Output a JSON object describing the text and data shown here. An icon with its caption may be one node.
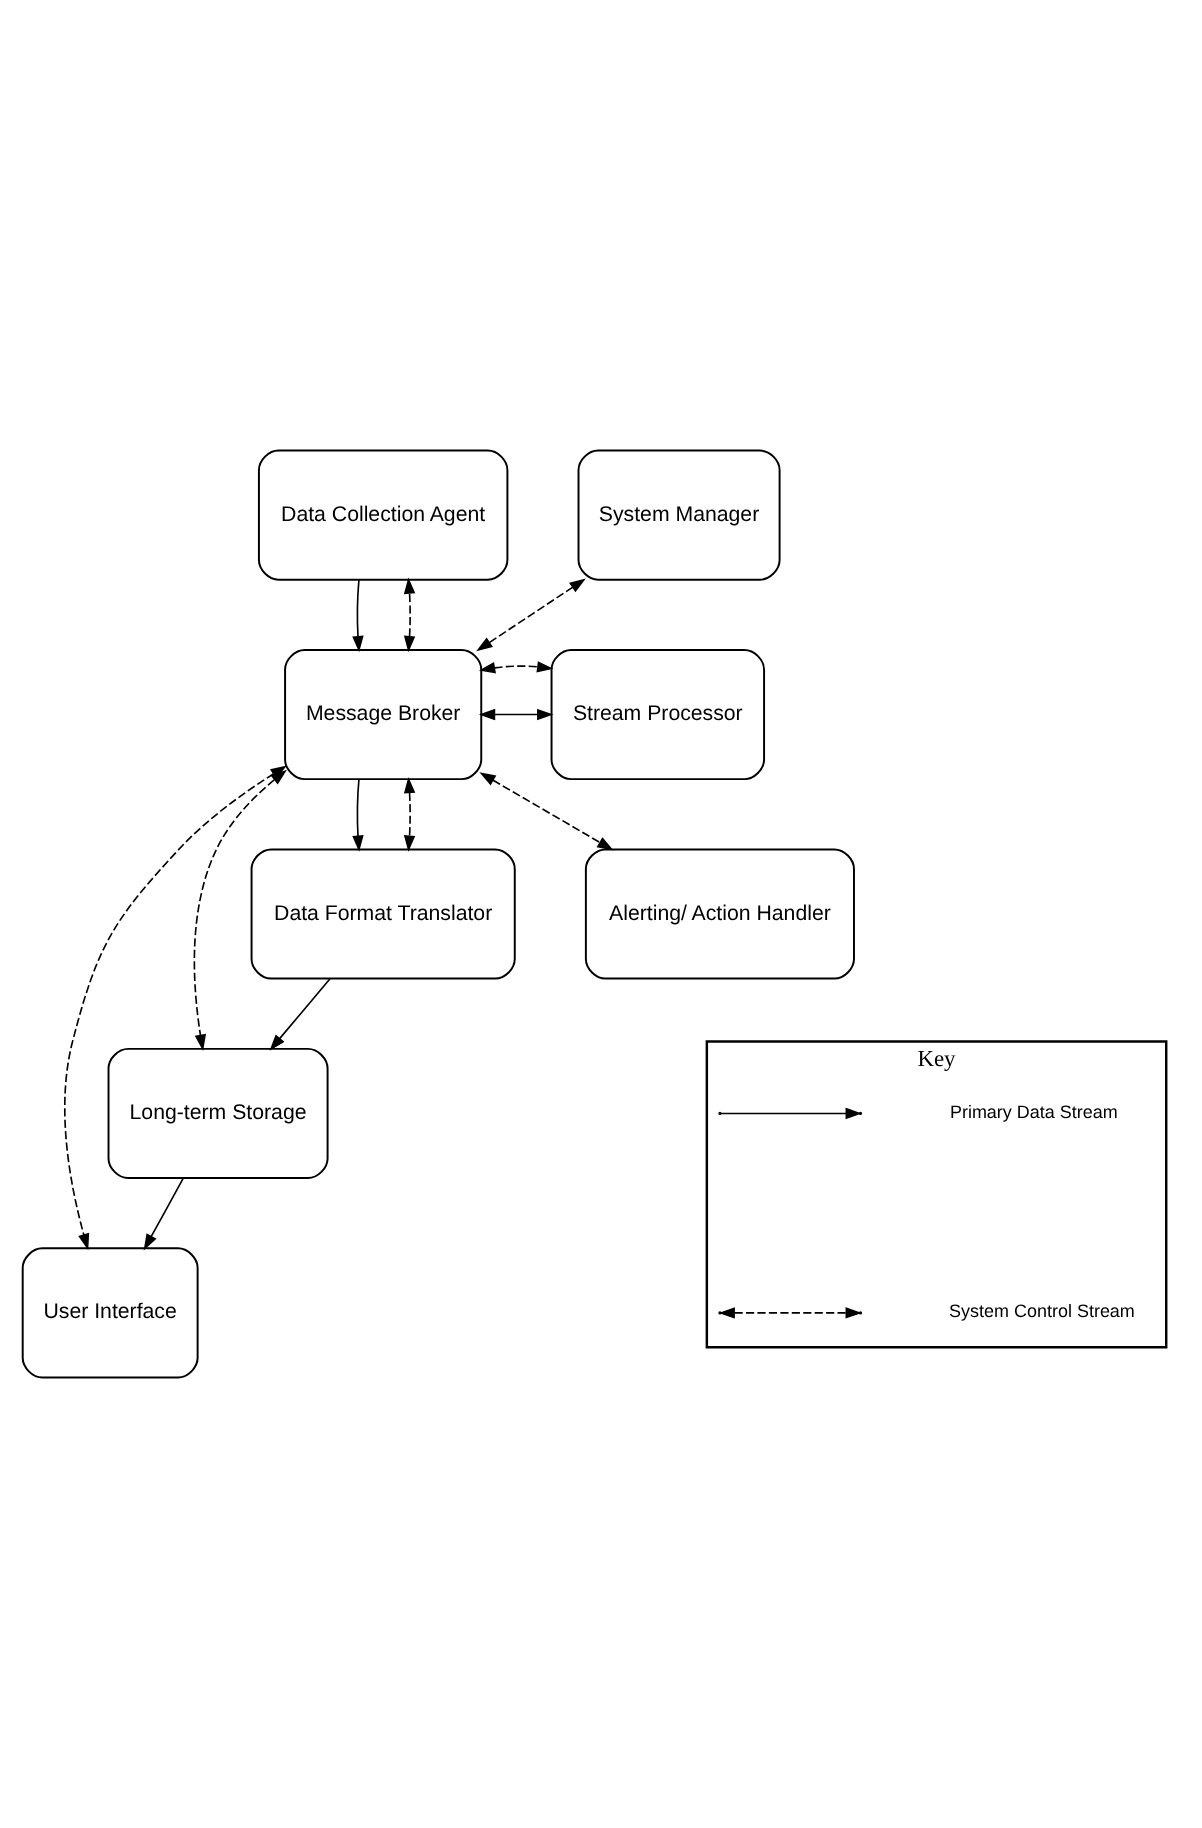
{
  "diagram": {
    "nodes": [
      {
        "text": [
          "Data Collection Agent"
        ]
      },
      {
        "text": [
          "System Manager"
        ]
      },
      {
        "text": [
          "Message Broker"
        ]
      },
      {
        "text": [
          "Stream Processor"
        ]
      },
      {
        "text": [
          "Data Format Translator"
        ]
      },
      {
        "text": [
          "Alerting/ Action Handler"
        ]
      },
      {
        "text": [
          "Long-term Storage"
        ]
      },
      {
        "text": [
          "User Interface"
        ]
      },
      {
        "text": [
          "Key"
        ]
      }
    ],
    "edges": [
      {
        "from": 0,
        "to": 2,
        "arrow": "to"
      },
      {
        "from": 2,
        "to": 0,
        "arrow": "both",
        "style": "dashed"
      },
      {
        "from": 2,
        "to": 1,
        "arrow": "both",
        "style": "dashed"
      },
      {
        "from": 2,
        "to": 3,
        "arrow": "both"
      },
      {
        "from": 2,
        "to": 3,
        "arrow": "both",
        "style": "dashed"
      },
      {
        "from": 2,
        "to": 4,
        "arrow": "to"
      },
      {
        "from": 2,
        "to": 4,
        "arrow": "both",
        "style": "dashed"
      },
      {
        "from": 2,
        "to": 5,
        "arrow": "both",
        "style": "dashed"
      },
      {
        "from": 2,
        "to": 6,
        "arrow": "both",
        "style": "dashed"
      },
      {
        "from": 2,
        "to": 7,
        "arrow": "both",
        "style": "dashed"
      },
      {
        "from": 4,
        "to": 6,
        "arrow": "to"
      },
      {
        "from": 6,
        "to": 7,
        "arrow": "to"
      }
    ],
    "legend": [
      {
        "text": "Primary Data Stream"
      },
      {
        "text": "System Control Stream"
      }
    ]
  }
}
